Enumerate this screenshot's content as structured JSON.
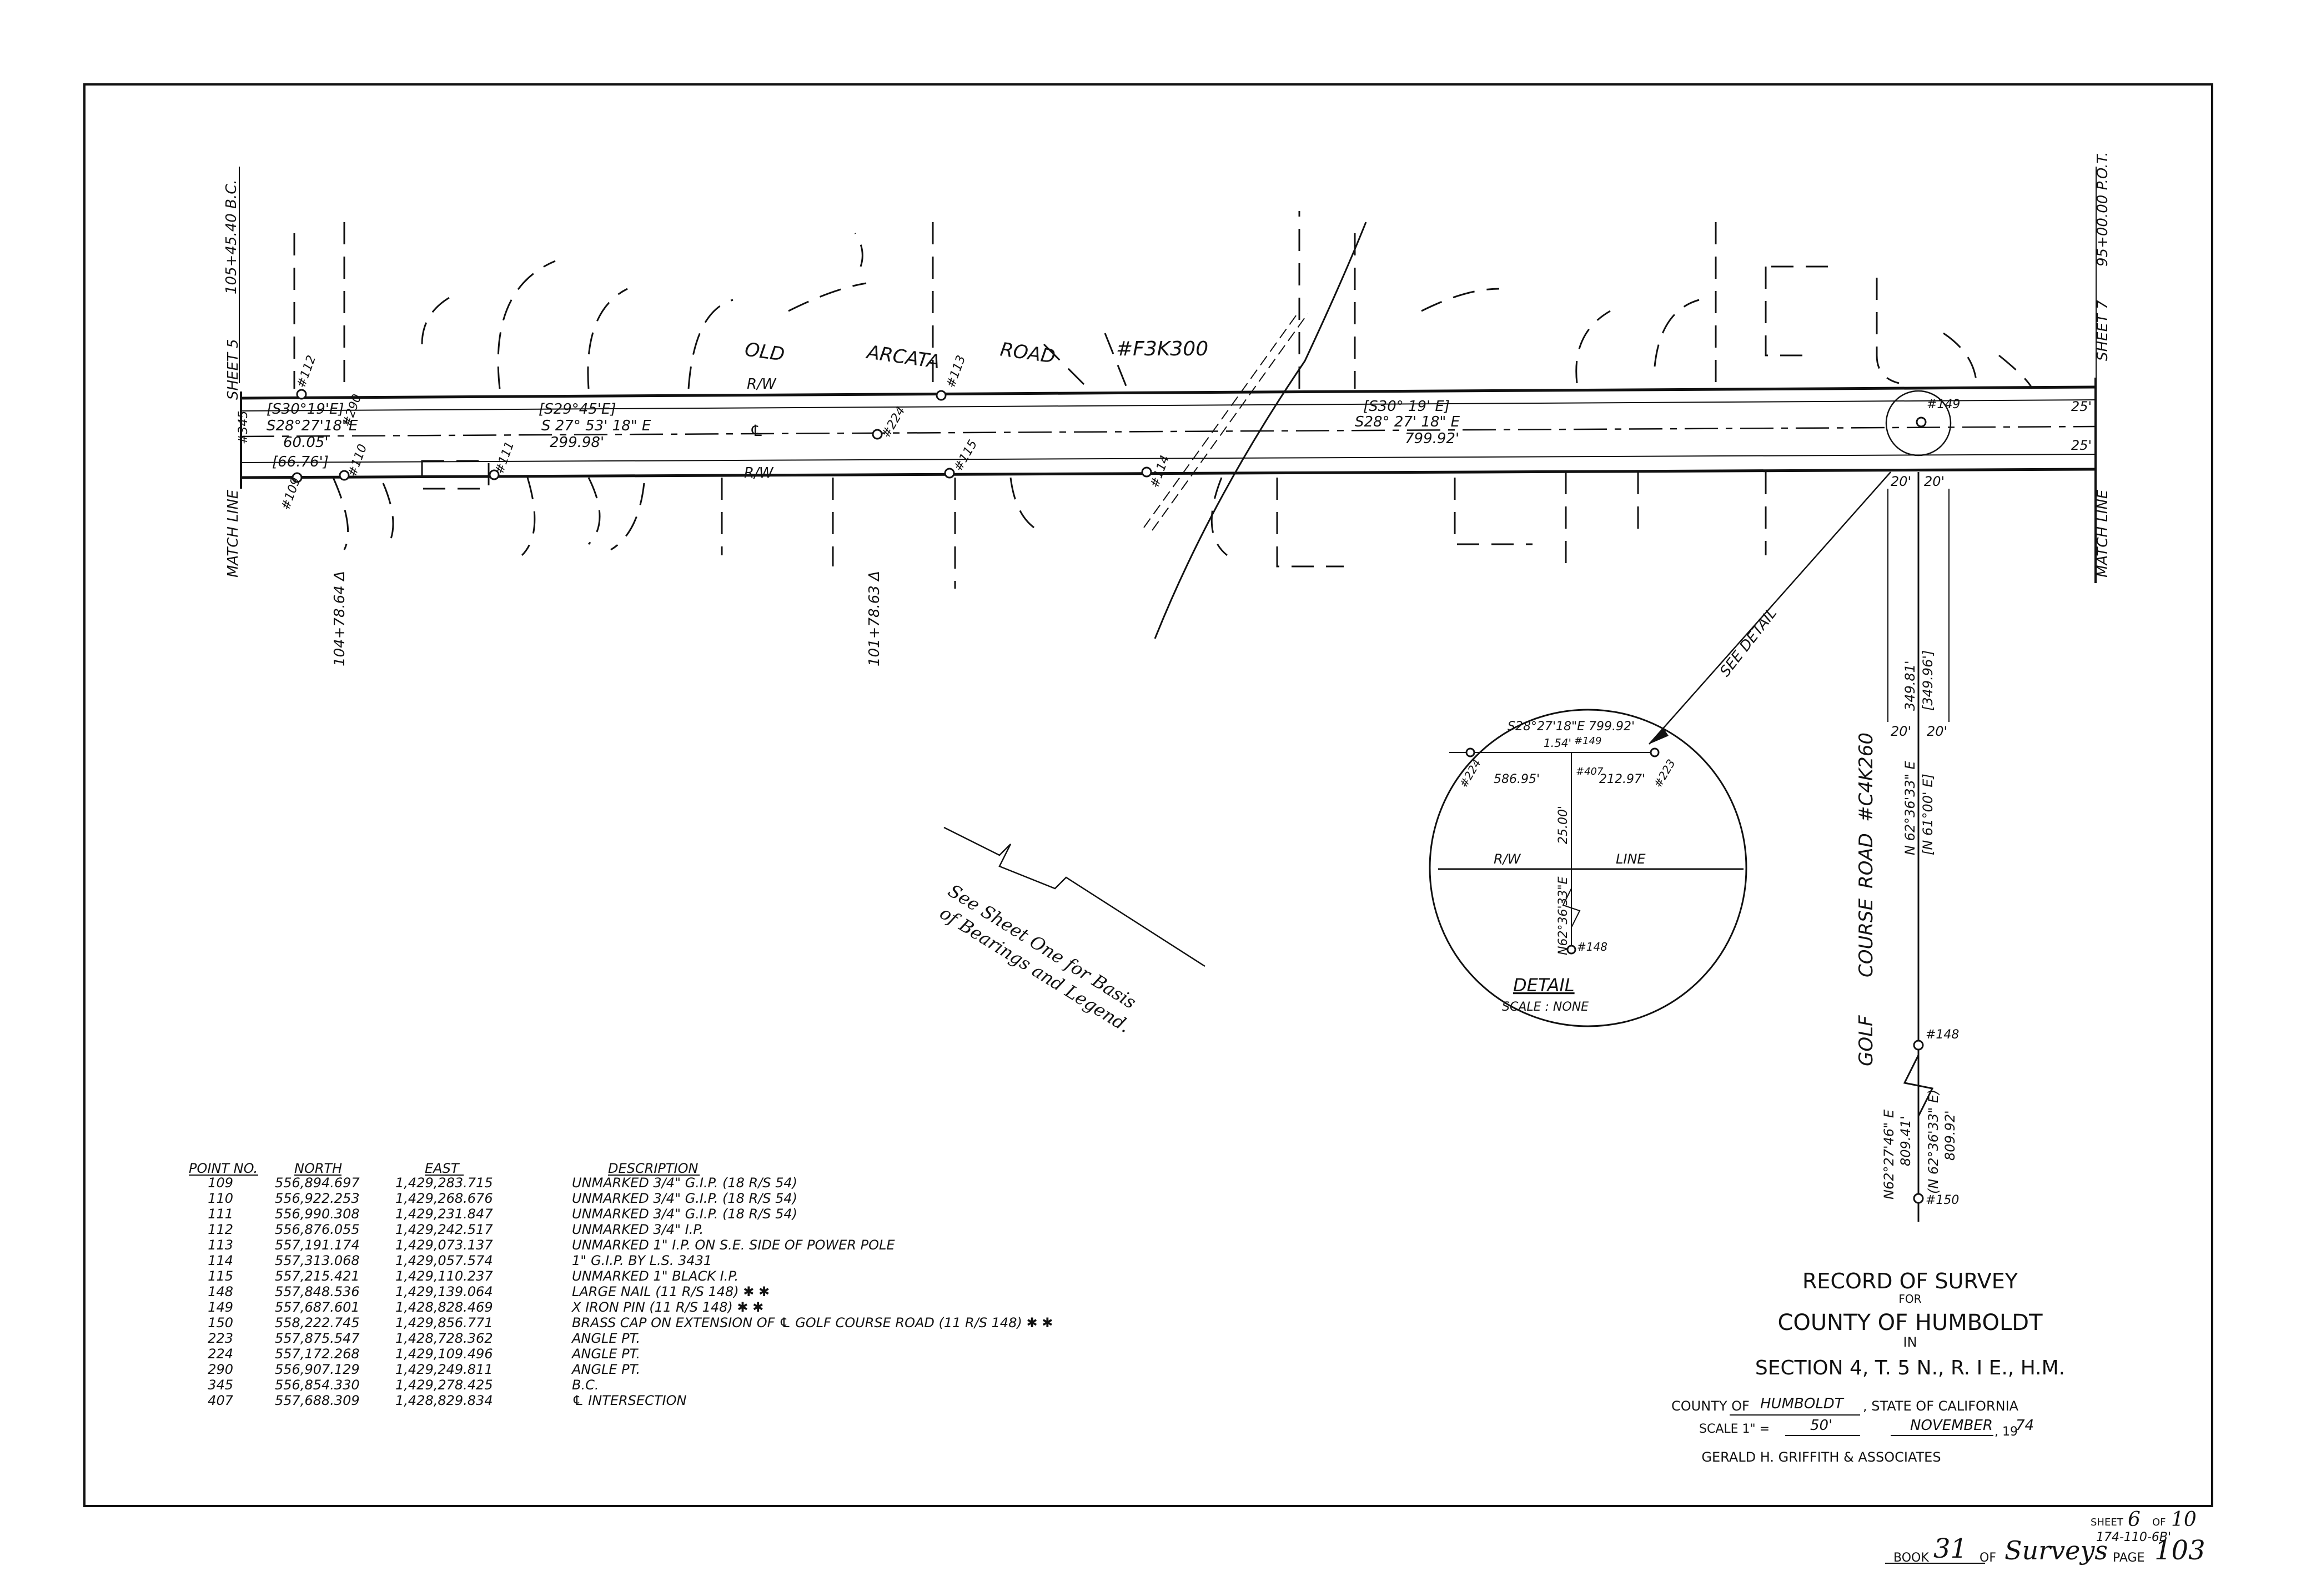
{
  "road": {
    "name": [
      "OLD",
      "ARCATA",
      "ROAD",
      "#F3K300"
    ],
    "row_label": "R/W",
    "centerline_symbol": "℄",
    "side_road_name": [
      "GOLF",
      "COURSE",
      "ROAD",
      "#C4K260"
    ]
  },
  "match_lines": {
    "left_sheet": "SHEET 5",
    "left_match": "MATCH LINE",
    "right_sheet": "SHEET 7",
    "right_match": "MATCH LINE",
    "left_station": "105+45.40 B.C.",
    "right_station": "95+00.00 P.O.T."
  },
  "stations": [
    "104+78.64 Δ",
    "101+78.63 Δ"
  ],
  "courses": [
    {
      "record": "[S30°19'E]",
      "measured": "S28°27'18\"E",
      "distance": "60.05'"
    },
    {
      "record": "[S29°45'E]",
      "measured": "S 27° 53' 18\" E",
      "distance": "299.98'"
    },
    {
      "record": "[S30° 19' E]",
      "measured": "S28° 27' 18\" E",
      "distance": "799.92'"
    }
  ],
  "misc_dims": {
    "left_offset": "[66.76']",
    "half_width_top": "25'",
    "half_width_bottom": "25'",
    "side_offset_a": "20'",
    "side_offset_b": "20'",
    "side_offset_c": "20'",
    "side_offset_d": "20'",
    "side_course": "N 62°36'33\" E",
    "side_course_rec": "[N 61°00' E]",
    "side_dist": "349.81'",
    "side_dist_rec": "[349.96']",
    "lower_course": "N62°27'46\" E",
    "lower_dist": "809.41'",
    "lower_course_rec": "(N 62°36'33\" E)",
    "lower_dist_rec": "809.92'"
  },
  "point_labels": [
    "#345",
    "#109",
    "#112",
    "#290",
    "#110",
    "#111",
    "#113",
    "#224",
    "#115",
    "#114",
    "#149",
    "#148",
    "#150"
  ],
  "note": [
    "See Sheet One for Basis",
    "of Bearings and Legend."
  ],
  "see_detail": "SEE DETAIL",
  "detail": {
    "title": "DETAIL",
    "scale": "SCALE : NONE",
    "course": "S28°27'18\"E 799.92'",
    "left_dist": "586.95'",
    "right_dist": "212.97'",
    "small": "1.54'",
    "offset": "25.00'",
    "rw": "R/W",
    "line": "LINE",
    "bearing": "N62°36'33\"E",
    "p224": "#224",
    "p223": "#223",
    "p407": "#407",
    "p149": "#149",
    "p148": "#148"
  },
  "table": {
    "headers": [
      "POINT NO.",
      "NORTH",
      "EAST",
      "DESCRIPTION"
    ],
    "rows": [
      [
        "109",
        "556,894.697",
        "1,429,283.715",
        "UNMARKED 3/4\" G.I.P. (18 R/S 54)"
      ],
      [
        "110",
        "556,922.253",
        "1,429,268.676",
        "UNMARKED 3/4\" G.I.P. (18 R/S 54)"
      ],
      [
        "111",
        "556,990.308",
        "1,429,231.847",
        "UNMARKED 3/4\" G.I.P. (18 R/S 54)"
      ],
      [
        "112",
        "556,876.055",
        "1,429,242.517",
        "UNMARKED 3/4\" I.P."
      ],
      [
        "113",
        "557,191.174",
        "1,429,073.137",
        "UNMARKED 1\" I.P. ON S.E. SIDE OF POWER POLE"
      ],
      [
        "114",
        "557,313.068",
        "1,429,057.574",
        "1\" G.I.P. BY L.S. 3431"
      ],
      [
        "115",
        "557,215.421",
        "1,429,110.237",
        "UNMARKED 1\" BLACK I.P."
      ],
      [
        "148",
        "557,848.536",
        "1,429,139.064",
        "LARGE NAIL (11 R/S 148) ✱ ✱"
      ],
      [
        "149",
        "557,687.601",
        "1,428,828.469",
        "X IRON PIN (11 R/S 148) ✱ ✱"
      ],
      [
        "150",
        "558,222.745",
        "1,429,856.771",
        "BRASS CAP ON EXTENSION OF ℄ GOLF COURSE ROAD (11 R/S 148) ✱ ✱"
      ],
      [
        "223",
        "557,875.547",
        "1,428,728.362",
        "ANGLE PT."
      ],
      [
        "224",
        "557,172.268",
        "1,429,109.496",
        "ANGLE PT."
      ],
      [
        "290",
        "556,907.129",
        "1,429,249.811",
        "ANGLE PT."
      ],
      [
        "345",
        "556,854.330",
        "1,429,278.425",
        "B.C."
      ],
      [
        "407",
        "557,688.309",
        "1,428,829.834",
        "℄ INTERSECTION"
      ]
    ]
  },
  "title_block": {
    "line1": "RECORD OF SURVEY",
    "line2": "FOR",
    "line3": "COUNTY   OF   HUMBOLDT",
    "line4": "IN",
    "line5": "SECTION 4,  T. 5 N.,  R. I E.,  H.M.",
    "county_label": "COUNTY OF",
    "county_value": "HUMBOLDT",
    "state": ", STATE OF CALIFORNIA",
    "scale_label": "SCALE  1\" =",
    "scale_value": "50'",
    "month": "NOVEMBER",
    "year_prefix": ", 19",
    "year": "74",
    "firm": "GERALD H. GRIFFITH & ASSOCIATES"
  },
  "sheet_info": {
    "sheet_label": "SHEET",
    "sheet_num": "6",
    "of_label": "OF",
    "total": "10",
    "drawing_no": "174-110-6B'"
  },
  "book": {
    "book_label": "BOOK",
    "book_num": "31",
    "of_label": "OF",
    "book_name": "Surveys",
    "page_label": "PAGE",
    "page_num": "103"
  }
}
